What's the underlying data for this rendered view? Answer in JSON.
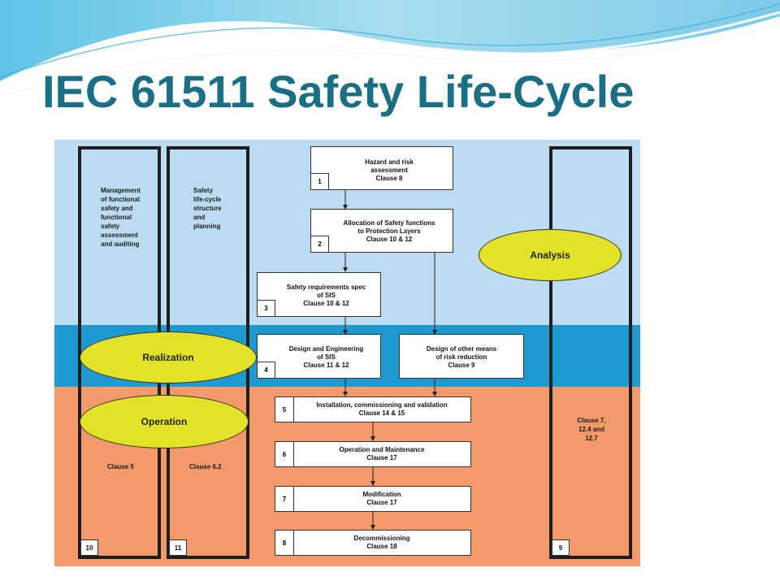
{
  "title": "IEC 61511 Safety Life-Cycle",
  "columns": {
    "management": {
      "text_lines": [
        "Management",
        "of functional",
        "safety and",
        "functional",
        "safety",
        "assessment",
        "and auditing"
      ],
      "clause": "Clause 5",
      "number": "10"
    },
    "lifecycle": {
      "text_lines": [
        "Safety",
        "life-cycle",
        "structure",
        "and",
        "planning"
      ],
      "clause": "Clause 6.2",
      "number": "11"
    },
    "verification": {
      "text_lines": [
        "Clause 7,",
        "12.4 and",
        "12.7"
      ],
      "number": "9"
    }
  },
  "phases": {
    "analysis": "Analysis",
    "realization": "Realization",
    "operation": "Operation"
  },
  "boxes": [
    {
      "number": "1",
      "lines": [
        "Hazard and risk",
        "assessment",
        "Clause 8"
      ]
    },
    {
      "number": "2",
      "lines": [
        "Allocation of Safety functions",
        "to Protection Layers",
        "Clause 10 & 12"
      ]
    },
    {
      "number": "3",
      "lines": [
        "Safety requirements spec",
        "of SIS",
        "Clause 10 & 12"
      ]
    },
    {
      "number": "4",
      "lines": [
        "Design and Engineering",
        "of SIS",
        "Clause 11 & 12"
      ]
    },
    {
      "number": "",
      "lines": [
        "Design of other means",
        "of risk reduction",
        "Clause 9"
      ]
    },
    {
      "number": "5",
      "lines": [
        "Installation, commissioning and validation",
        "Clause 14 & 15"
      ]
    },
    {
      "number": "6",
      "lines": [
        "Operation and Maintenance",
        "Clause 17"
      ]
    },
    {
      "number": "7",
      "lines": [
        "Modification",
        "Clause 17"
      ]
    },
    {
      "number": "8",
      "lines": [
        "Decommissioning",
        "Clause 18"
      ]
    }
  ],
  "colors": {
    "title": "#1a6f84",
    "analysis_band": "#bcdcf2",
    "realization_band": "#1f9ad0",
    "operation_band": "#f39a6a",
    "ellipse_fill": "#e2e226"
  }
}
